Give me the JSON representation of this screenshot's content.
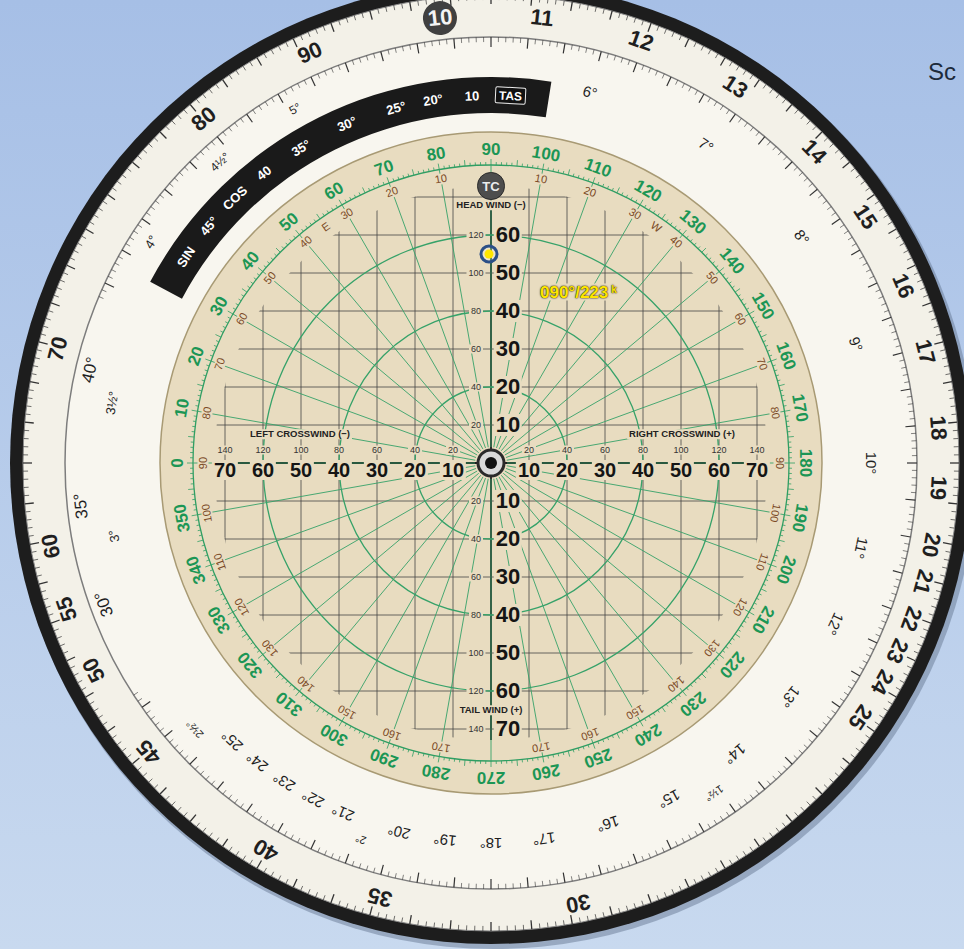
{
  "diagram": {
    "nodes": [
      {
        "text": [
          "10"
        ]
      },
      {
        "text": [
          "TAS"
        ]
      },
      {
        "text": [
          "TC"
        ]
      }
    ],
    "labels": [
      "11",
      "12",
      "13",
      "14",
      "15",
      "16",
      "17",
      "18",
      "19",
      "20",
      "21",
      "22",
      "23",
      "24",
      "25",
      "30",
      "35",
      "40",
      "45",
      "50",
      "55",
      "60",
      "70",
      "80",
      "90",
      "6°",
      "7°",
      "8°",
      "9°",
      "10°",
      "11°",
      "12°",
      "13°",
      "14°",
      "1½°",
      "15°",
      "16°",
      "17°",
      "18°",
      "19°",
      "20°",
      "2°",
      "21°",
      "22°",
      "23°",
      "24°",
      "25°",
      "2½°",
      "30°",
      "3°",
      "35°",
      "3½°",
      "40°",
      "4°",
      "4½°",
      "5°",
      "SIN",
      "45°",
      "COS",
      "40",
      "35°",
      "30°",
      "25°",
      "20°",
      "10",
      "0",
      "10",
      "20",
      "30",
      "40",
      "50",
      "60",
      "70",
      "80",
      "90",
      "100",
      "110",
      "120",
      "130",
      "140",
      "150",
      "160",
      "170",
      "180",
      "190",
      "200",
      "210",
      "220",
      "230",
      "240",
      "250",
      "260",
      "270",
      "280",
      "290",
      "300",
      "310",
      "320",
      "330",
      "340",
      "350",
      "HEAD WIND (−)",
      "TAIL WIND (+)",
      "LEFT CROSSWIND (−)",
      "RIGHT CROSSWIND (+)",
      "10",
      "20",
      "30",
      "40",
      "50",
      "60",
      "20",
      "40",
      "60",
      "80",
      "100",
      "120",
      "10",
      "20",
      "30",
      "40",
      "50",
      "60",
      "70",
      "20",
      "40",
      "60",
      "80",
      "100",
      "120",
      "140",
      "70",
      "60",
      "50",
      "40",
      "30",
      "20",
      "10",
      "140",
      "120",
      "100",
      "80",
      "60",
      "40",
      "20",
      "10",
      "20",
      "30",
      "40",
      "50",
      "60",
      "70",
      "20",
      "40",
      "60",
      "80",
      "100",
      "120",
      "140",
      "10",
      "20",
      "30",
      "40",
      "50",
      "60",
      "70",
      "80",
      "90",
      "100",
      "110",
      "120",
      "130",
      "140",
      "150",
      "160",
      "170",
      "W",
      "10",
      "20",
      "30",
      "40",
      "50",
      "60",
      "70",
      "80",
      "90",
      "100",
      "110",
      "120",
      "130",
      "140",
      "150",
      "160",
      "170",
      "E",
      "090°/223",
      "k",
      "Sc"
    ]
  }
}
